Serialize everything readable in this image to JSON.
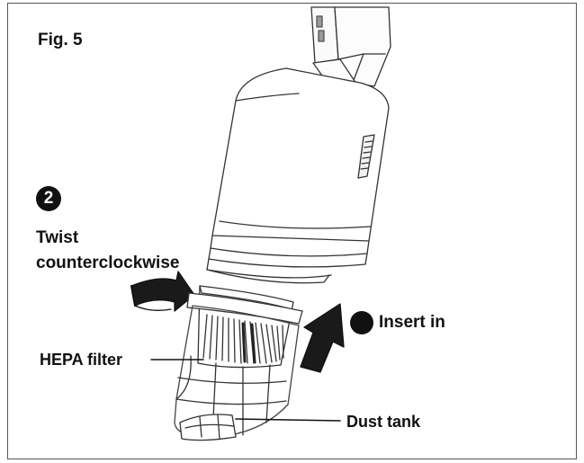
{
  "figure": {
    "title": "Fig. 5",
    "step_number": "2"
  },
  "labels": {
    "twist_line1": "Twist",
    "twist_line2": "counterclockwise",
    "insert": "Insert in",
    "hepa_filter": "HEPA filter",
    "dust_tank": "Dust tank"
  },
  "colors": {
    "ink": "#111111",
    "background": "#ffffff",
    "frame": "#555555"
  },
  "icons": {
    "twist_arrow": "curved-arrow-icon",
    "insert_arrow": "up-arrow-icon",
    "insert_marker": "filled-circle-icon"
  }
}
